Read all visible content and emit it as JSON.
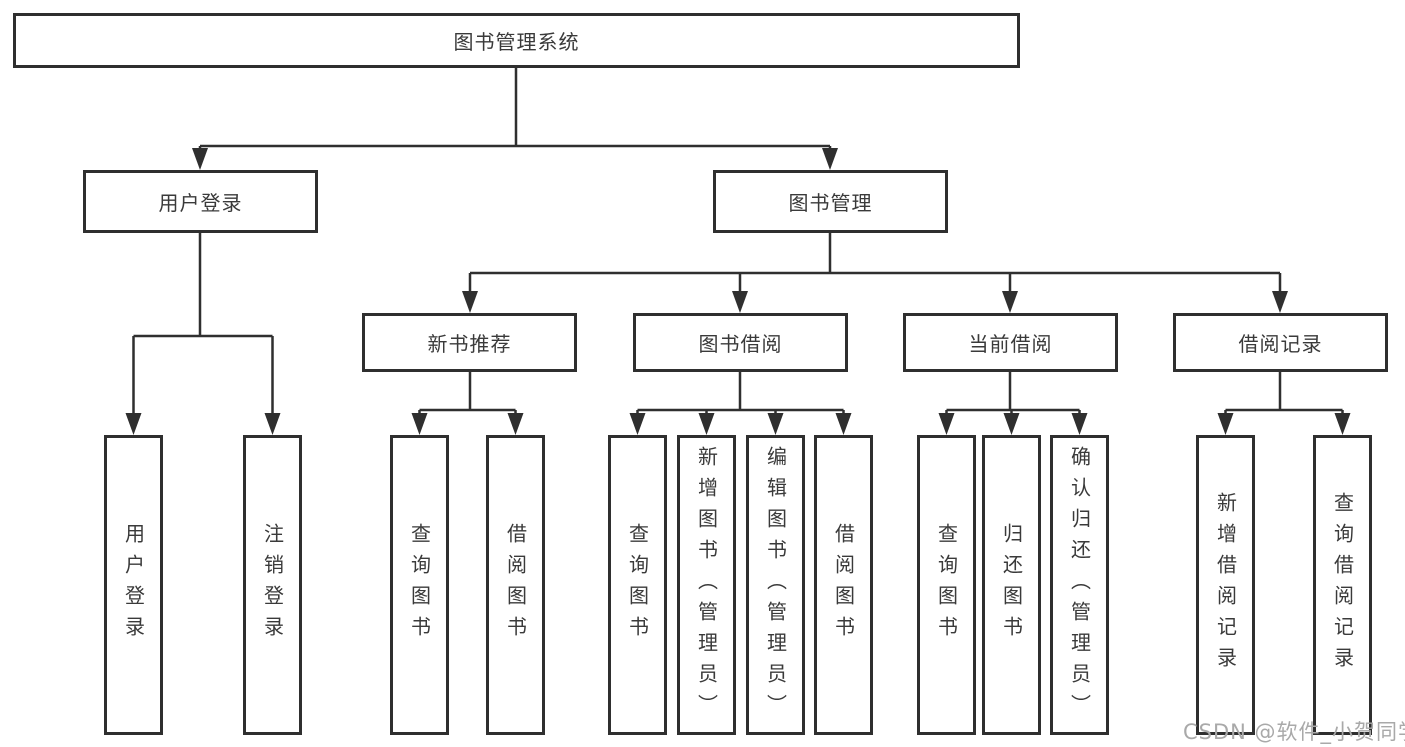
{
  "diagram": {
    "root": {
      "label": "图书管理系统"
    },
    "level1": [
      {
        "label": "用户登录"
      },
      {
        "label": "图书管理"
      }
    ],
    "level2": [
      {
        "label": "新书推荐"
      },
      {
        "label": "图书借阅"
      },
      {
        "label": "当前借阅"
      },
      {
        "label": "借阅记录"
      }
    ],
    "leaves": [
      {
        "parent": "用户登录",
        "label": "用户登录"
      },
      {
        "parent": "用户登录",
        "label": "注销登录"
      },
      {
        "parent": "新书推荐",
        "label": "查询图书"
      },
      {
        "parent": "新书推荐",
        "label": "借阅图书"
      },
      {
        "parent": "图书借阅",
        "label": "查询图书"
      },
      {
        "parent": "图书借阅",
        "label": "新增图书（管理员）"
      },
      {
        "parent": "图书借阅",
        "label": "编辑图书（管理员）"
      },
      {
        "parent": "图书借阅",
        "label": "借阅图书"
      },
      {
        "parent": "当前借阅",
        "label": "查询图书"
      },
      {
        "parent": "当前借阅",
        "label": "归还图书"
      },
      {
        "parent": "当前借阅",
        "label": "确认归还（管理员）"
      },
      {
        "parent": "借阅记录",
        "label": "新增借阅记录"
      },
      {
        "parent": "借阅记录",
        "label": "查询借阅记录"
      }
    ],
    "colors": {
      "line": "#2f2f2f",
      "text": "#3a3a3a",
      "background": "#ffffff",
      "watermark": "#a9a9a9"
    }
  },
  "watermark": {
    "text": "CSDN @软件_小贺同学"
  }
}
